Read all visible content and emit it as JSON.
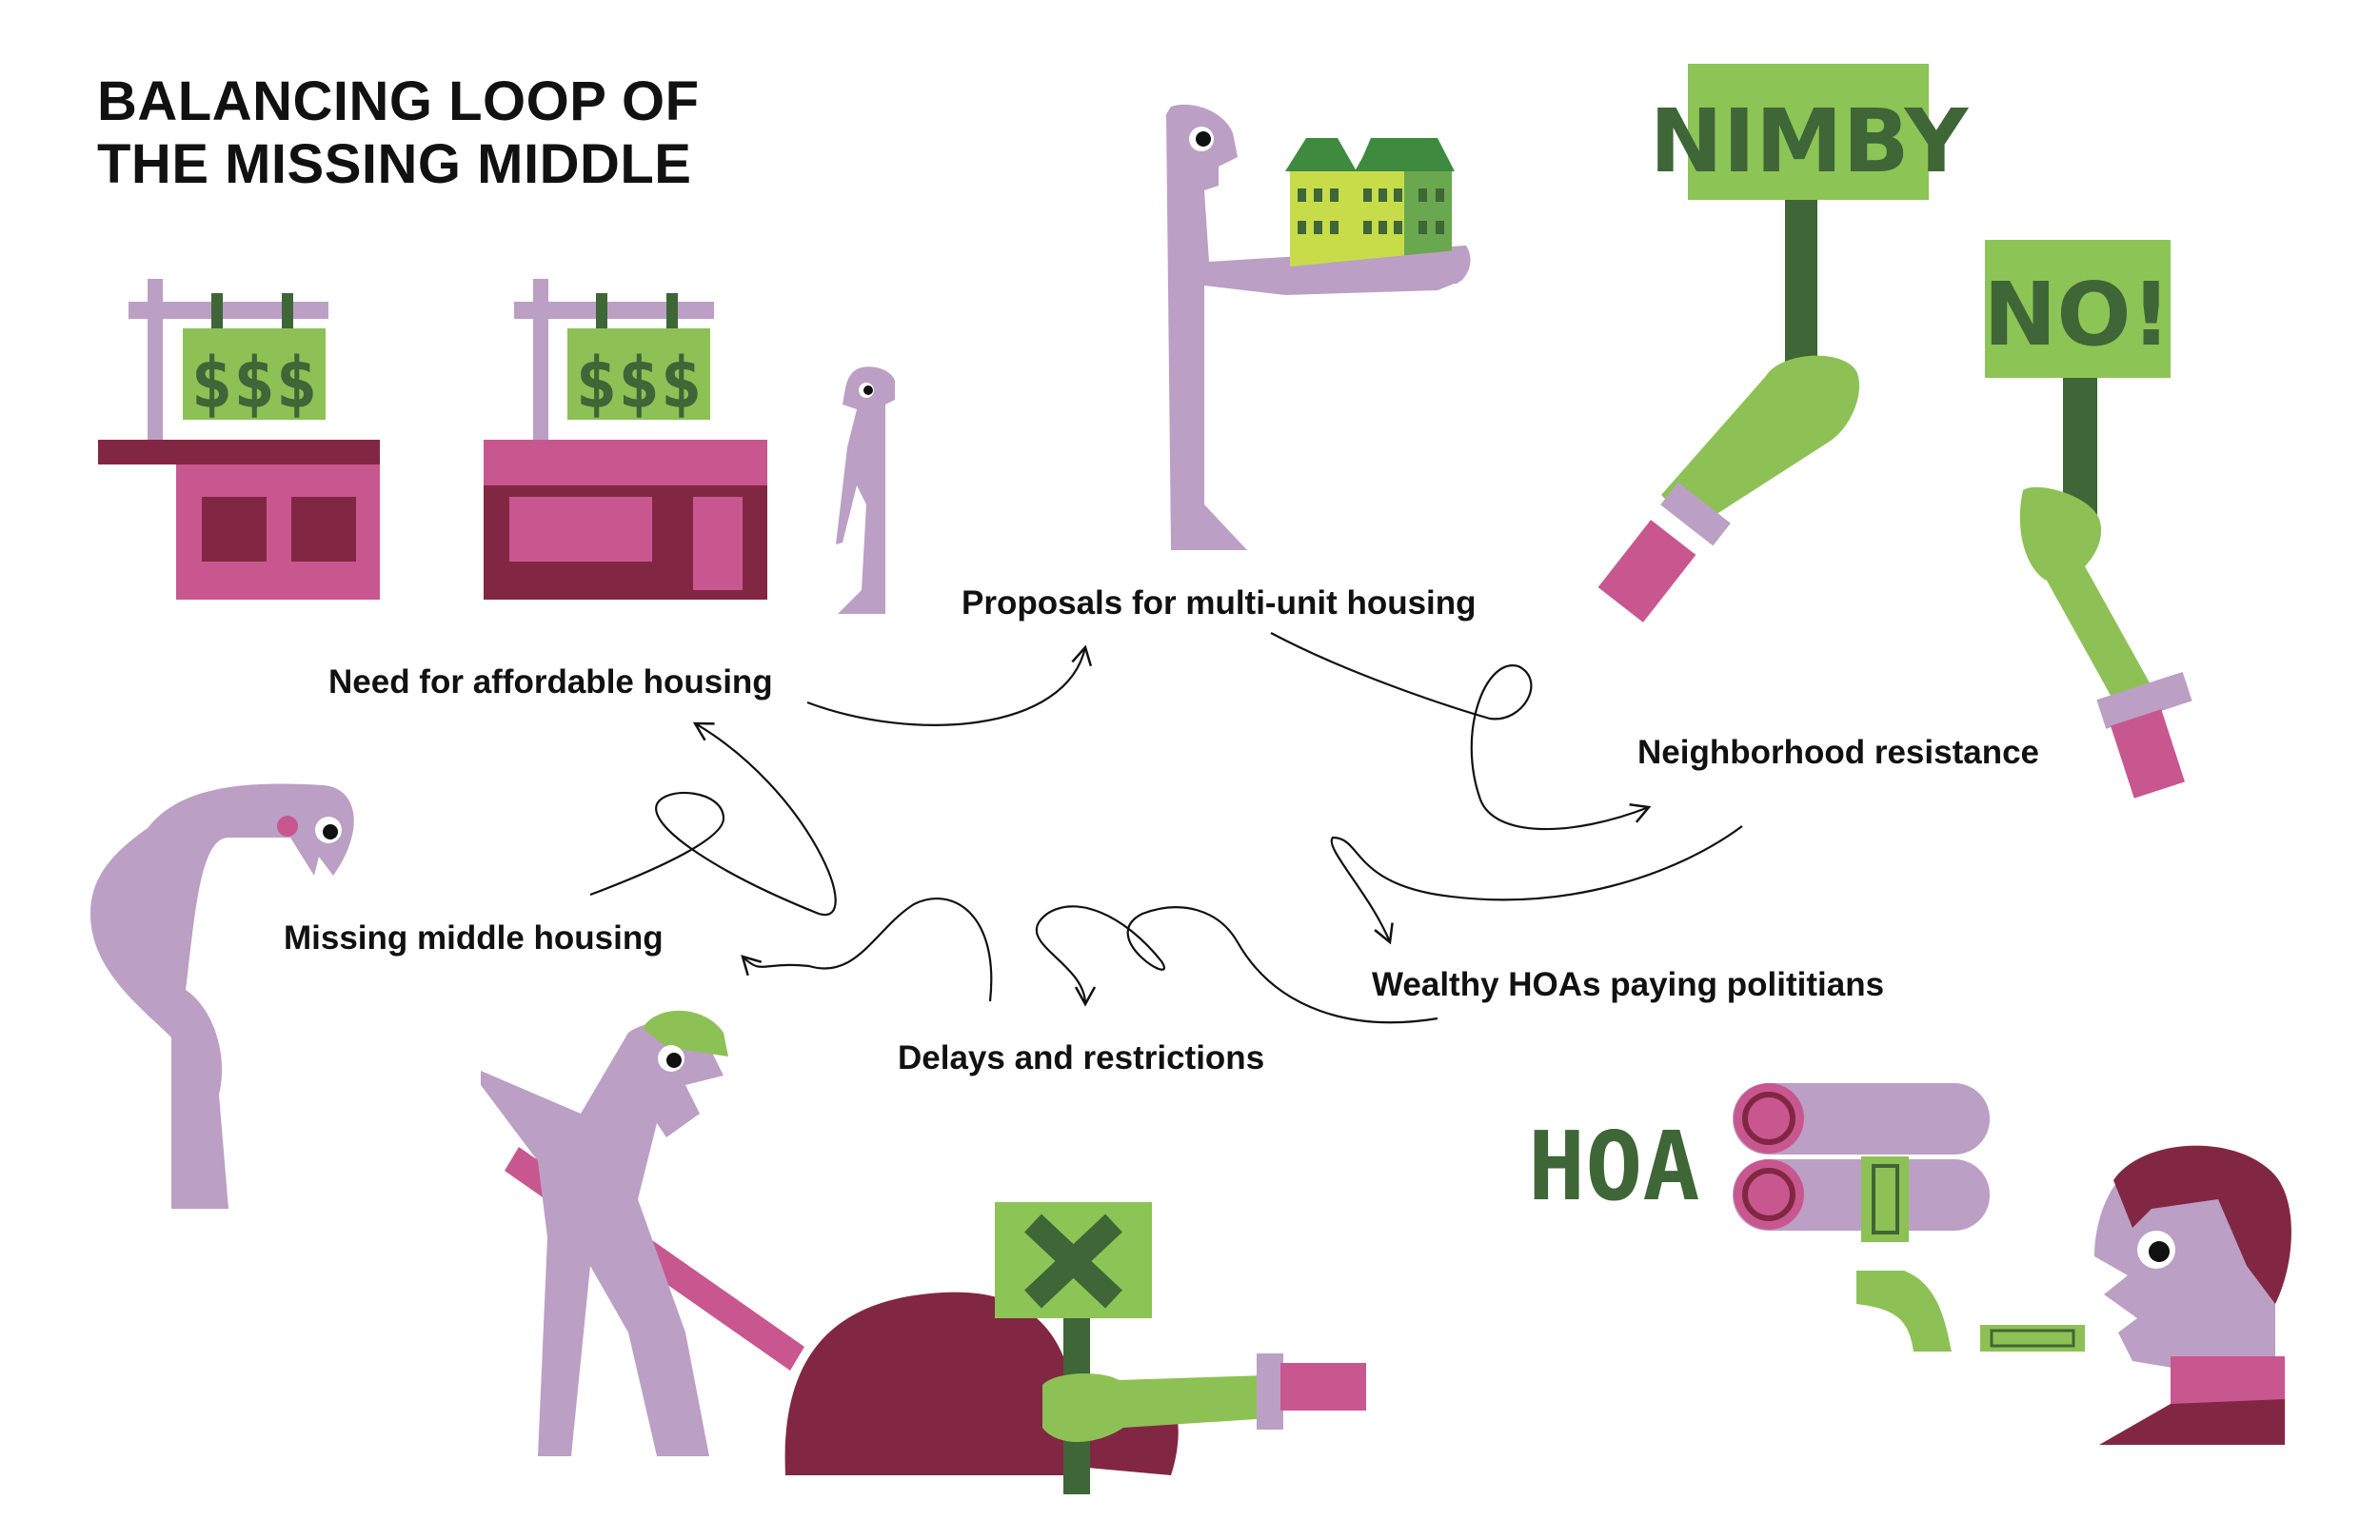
{
  "title": {
    "line1": "BALANCING LOOP OF",
    "line2": "THE MISSING MIDDLE"
  },
  "nodes": {
    "need": "Need for affordable housing",
    "proposals": "Proposals for multi-unit housing",
    "resistance": "Neighborhood resistance",
    "hoa_pay": "Wealthy HOAs paying polititians",
    "delays": "Delays and restrictions",
    "missing": "Missing middle housing"
  },
  "signs": {
    "price_left": "$$$",
    "price_right": "$$$",
    "nimby": "NIMBY",
    "no": "NO!",
    "hoa": "HOA"
  },
  "colors": {
    "lavender": "#bb9fc4",
    "pink": "#c9578f",
    "maroon": "#822743",
    "lime": "#8dc155",
    "dark_green": "#3e6636",
    "sign_green": "#8cc456"
  }
}
